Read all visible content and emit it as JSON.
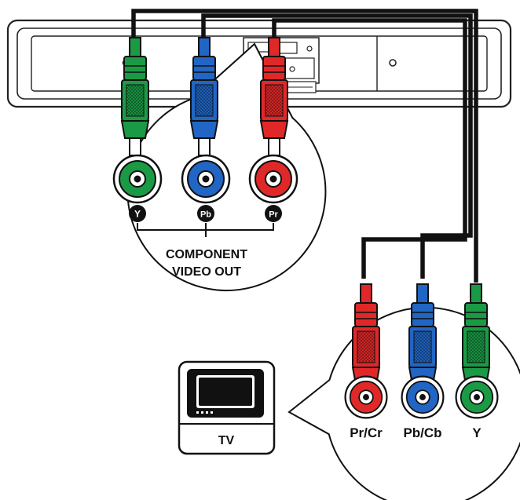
{
  "device": {
    "jack_labels": [
      "Y",
      "Pb",
      "Pr"
    ],
    "output_label_line1": "COMPONENT",
    "output_label_line2": "VIDEO OUT"
  },
  "tv": {
    "label": "TV",
    "jack_labels": [
      "Pr/Cr",
      "Pb/Cb",
      "Y"
    ]
  },
  "colors": {
    "green": "#1a9a45",
    "blue": "#2166c4",
    "red": "#e02828",
    "cable": "#111111",
    "outline": "#222222"
  },
  "icons": [
    "soundbar-device",
    "component-plug",
    "rca-jack",
    "tv-icon"
  ]
}
